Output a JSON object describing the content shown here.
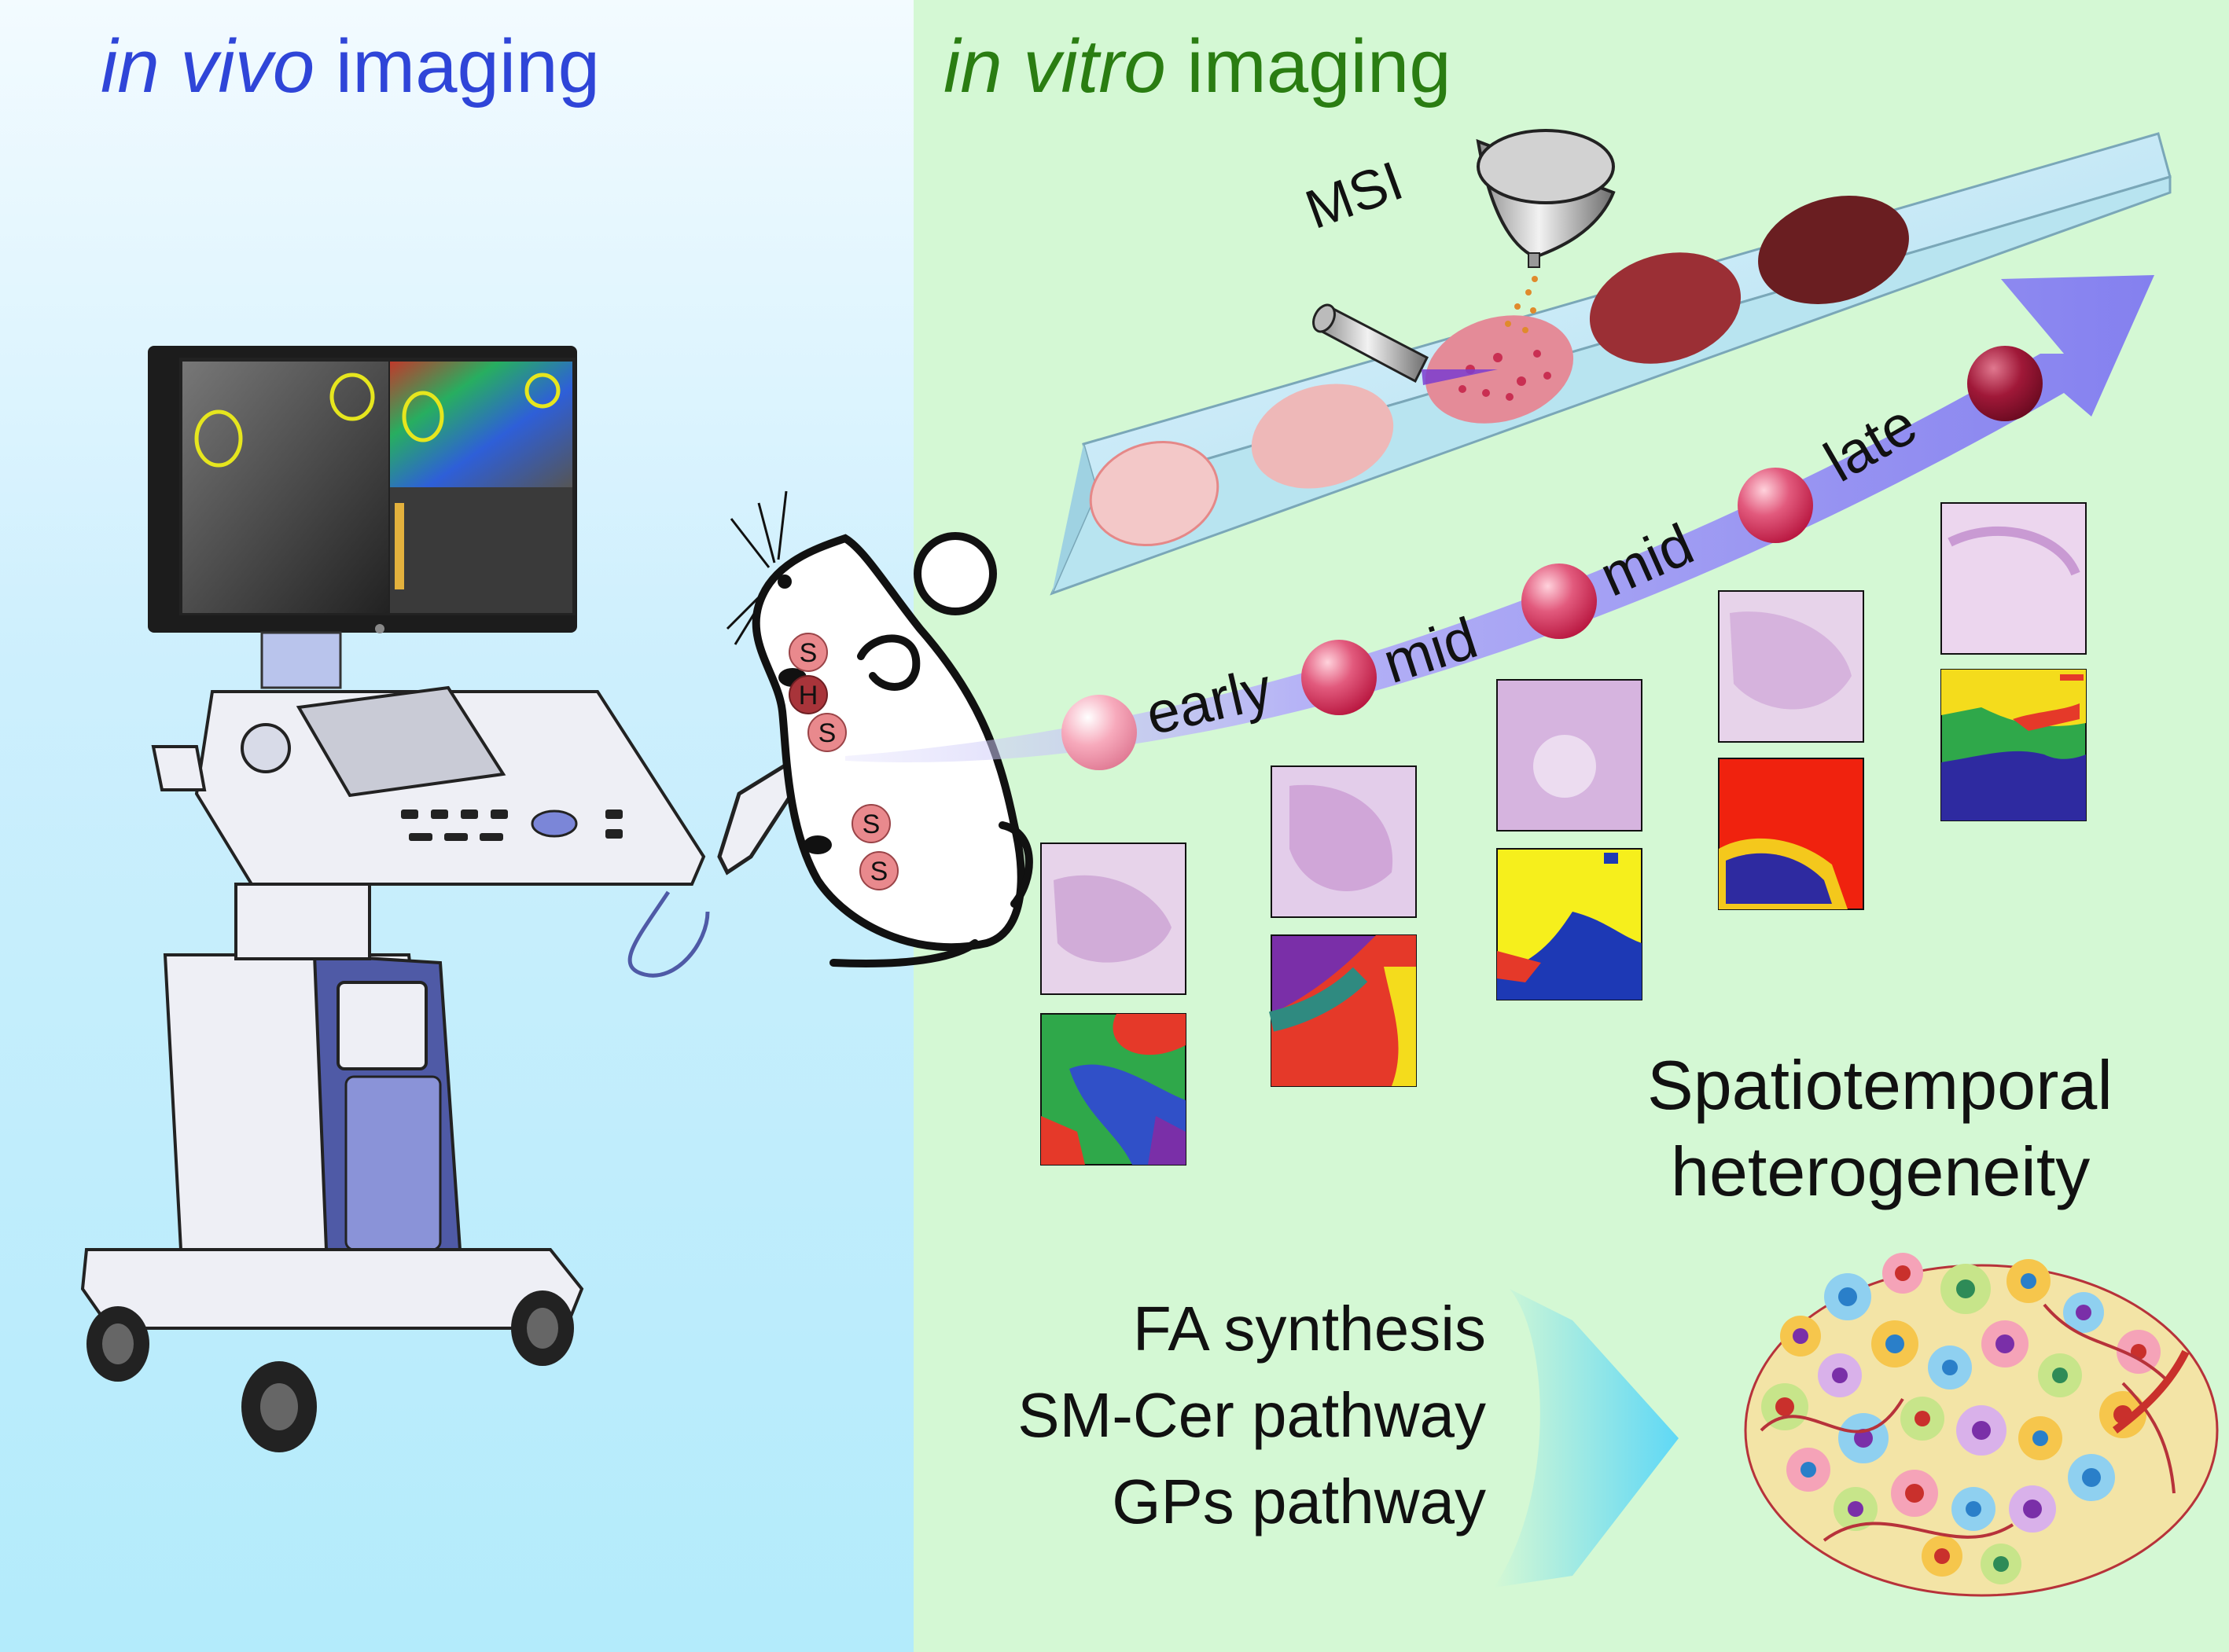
{
  "titles": {
    "left_italic": "in vivo",
    "left_rest": " imaging",
    "right_italic": "in vitro",
    "right_rest": " imaging"
  },
  "msi_label": "MSI",
  "arrow_stages": [
    "early",
    "mid",
    "mid",
    "late"
  ],
  "molecule_letters": [
    "S",
    "H",
    "S",
    "S",
    "S"
  ],
  "heterogeneity": {
    "line1": "Spatiotemporal",
    "line2": "heterogeneity"
  },
  "pathways": [
    "FA synthesis",
    "SM-Cer pathway",
    "GPs pathway"
  ],
  "colors": {
    "left_title": "#2f45d8",
    "right_title": "#2a7d12",
    "arrow": "#8f8cf2",
    "sphere": "#d9416a"
  }
}
